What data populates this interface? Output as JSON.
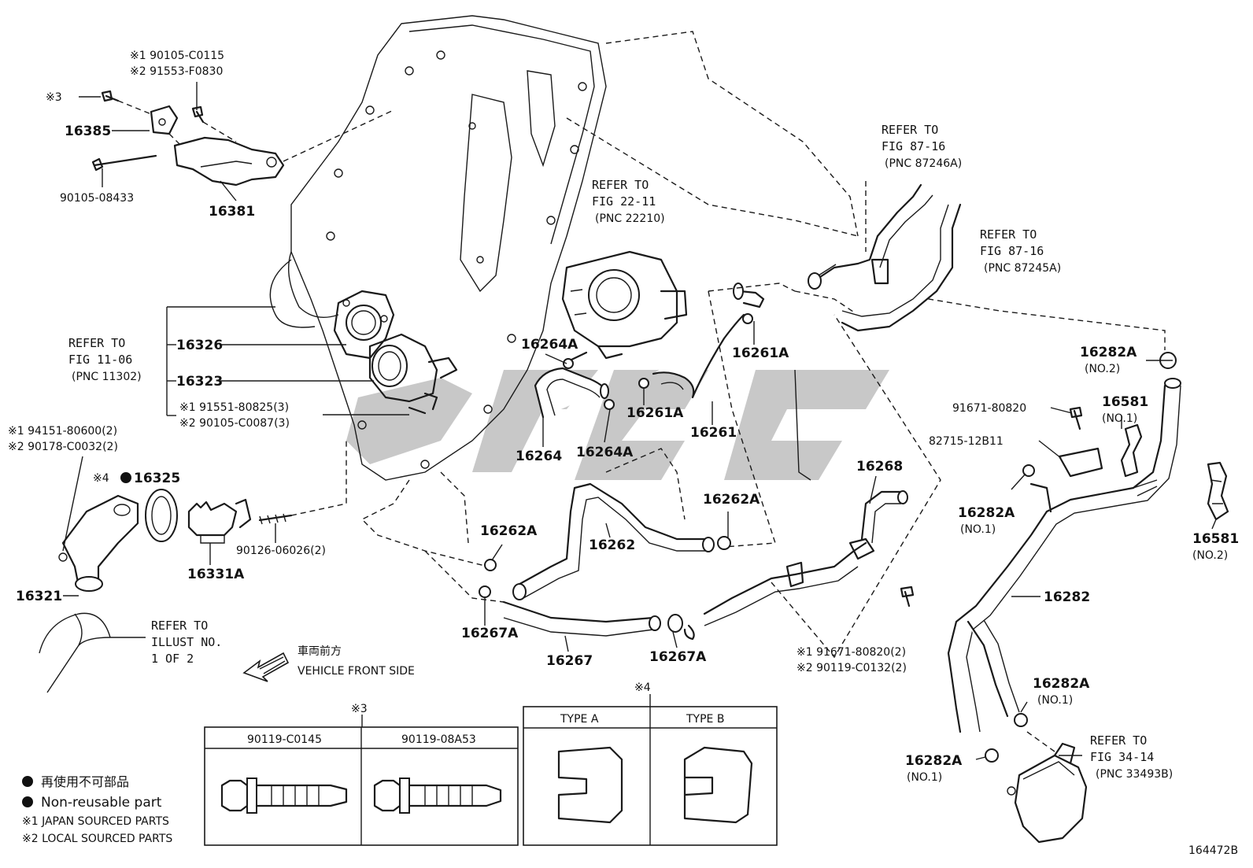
{
  "figure_id": "164472B",
  "callouts": {
    "c_90105_C0115": "※1 90105-C0115",
    "c_91553_F0830": "※2 91553-F0830",
    "c_note3_bolt": "※3",
    "c_16385": "16385",
    "c_90105_08433": "90105-08433",
    "c_16381": "16381",
    "c_16326": "16326",
    "c_16323": "16323",
    "c_91551_80825": "※1 91551-80825(3)",
    "c_90105_C0087": "※2 90105-C0087(3)",
    "c_94151_80600": "※1 94151-80600(2)",
    "c_90178_C0032": "※2 90178-C0032(2)",
    "c_note4": "※4",
    "c_16325": "16325",
    "c_16331A": "16331A",
    "c_90126_06026": "90126-06026(2)",
    "c_16321": "16321",
    "c_16264A_top": "16264A",
    "c_16264": "16264",
    "c_16264A_bot": "16264A",
    "c_16261A_top": "16261A",
    "c_16261A_bot": "16261A",
    "c_16261": "16261",
    "c_16262A_left": "16262A",
    "c_16262": "16262",
    "c_16262A_right": "16262A",
    "c_16267A_left": "16267A",
    "c_16267": "16267",
    "c_16267A_right": "16267A",
    "c_16268": "16268",
    "c_91671_80820_a": "※1 91671-80820(2)",
    "c_90119_C0132": "※2 90119-C0132(2)",
    "c_16282A_no2": "16282A",
    "c_no2_a": "(NO.2)",
    "c_91671_80820_b": "91671-80820",
    "c_82715_12B11": "82715-12B11",
    "c_16581_top": "16581",
    "c_no1_a": "(NO.1)",
    "c_16282A_mid": "16282A",
    "c_no1_b": "(NO.1)",
    "c_16581_bot": "16581",
    "c_no2_b": "(NO.2)",
    "c_16282": "16282",
    "c_16282A_low": "16282A",
    "c_no1_c": "(NO.1)",
    "c_16282A_bottom": "16282A",
    "c_no1_d": "(NO.1)"
  },
  "refs": {
    "r1_l1": "REFER TO",
    "r1_l2": "FIG 22-11",
    "r1_l3": "(PNC 22210)",
    "r2_l1": "REFER TO",
    "r2_l2": "FIG 87-16",
    "r2_l3": "(PNC 87246A)",
    "r3_l1": "REFER TO",
    "r3_l2": "FIG 87-16",
    "r3_l3": "(PNC 87245A)",
    "r4_l1": "REFER TO",
    "r4_l2": "FIG 11-06",
    "r4_l3": "(PNC 11302)",
    "r5_l1": "REFER TO",
    "r5_l2": "ILLUST NO.",
    "r5_l3": "1 OF 2",
    "r6_l1": "REFER TO",
    "r6_l2": "FIG 34-14",
    "r6_l3": "(PNC 33493B)"
  },
  "direction": {
    "jp": "車両前方",
    "en": "VEHICLE FRONT SIDE"
  },
  "note3_table": {
    "mark": "※3",
    "col_a": "90119-C0145",
    "col_b": "90119-08A53"
  },
  "note4_table": {
    "mark": "※4",
    "col_a": "TYPE  A",
    "col_b": "TYPE  B"
  },
  "legend": {
    "jp": "再使用不可部品",
    "en": "Non-reusable part",
    "note1": "※1  JAPAN SOURCED PARTS",
    "note2": "※2  LOCAL SOURCED PARTS"
  }
}
